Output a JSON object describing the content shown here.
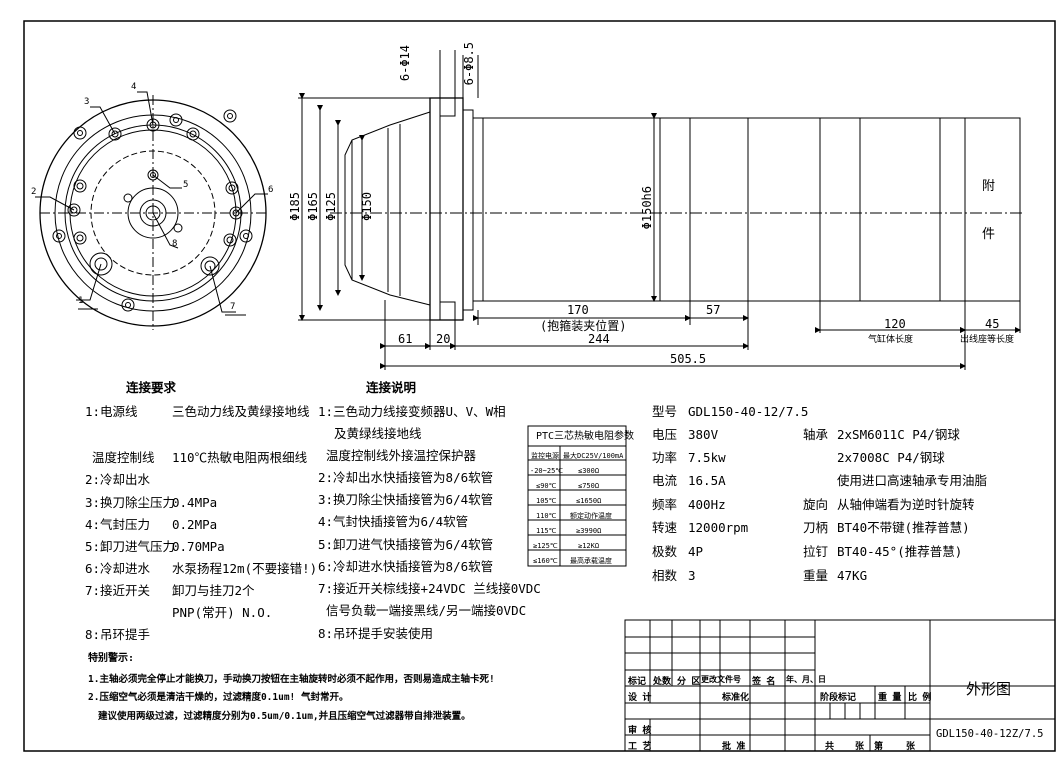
{
  "front_view": {
    "callouts": [
      "1",
      "2",
      "3",
      "4",
      "5",
      "6",
      "7",
      "8"
    ]
  },
  "side_view": {
    "dims_top": [
      "6-Φ14",
      "6-Φ8.5"
    ],
    "dims_dia": [
      "Φ185",
      "Φ165",
      "Φ125",
      "Φ150",
      "Φ150h6"
    ],
    "dims_bottom": {
      "d61": "61",
      "d20": "20",
      "d244": "244",
      "d505": "505.5",
      "d170": "170",
      "d170_note": "(抱箍装夹位置)",
      "d57": "57",
      "d120": "120",
      "d120_note": "气缸体长度",
      "d45": "45",
      "d45_note": "出线座等长度"
    },
    "attachment": [
      "附",
      "件"
    ]
  },
  "connection_req": {
    "title": "连接要求",
    "rows": [
      {
        "label": "1:电源线",
        "value": "三色动力线及黄绿接地线"
      },
      {
        "label": "温度控制线",
        "value": "110℃热敏电阻两根细线"
      },
      {
        "label": "2:冷却出水",
        "value": ""
      },
      {
        "label": "3:换刀除尘压力",
        "value": "0.4MPa"
      },
      {
        "label": "4:气封压力",
        "value": "0.2MPa"
      },
      {
        "label": "5:卸刀进气压力",
        "value": "0.70MPa"
      },
      {
        "label": "6:冷却进水",
        "value": "水泵扬程12m(不要接错!)"
      },
      {
        "label": "7:接近开关",
        "value": "卸刀与挂刀2个"
      },
      {
        "label": "",
        "value": "PNP(常开) N.O."
      },
      {
        "label": "8:吊环提手",
        "value": ""
      }
    ]
  },
  "connection_desc": {
    "title": "连接说明",
    "lines": [
      "1:三色动力线接变频器U、V、W相",
      "及黄绿线接地线",
      "温度控制线外接温控保护器",
      "2:冷却出水快插接管为8/6软管",
      "3:换刀除尘快插接管为6/4软管",
      "4:气封快插接管为6/4软管",
      "5:卸刀进气快插接管为6/4软管",
      "6:冷却进水快插接管为8/6软管",
      "7:接近开关棕线接+24VDC 兰线接0VDC",
      "信号负载一端接黑线/另一端接0VDC",
      "8:吊环提手安装使用"
    ]
  },
  "warnings": {
    "title": "特别警示:",
    "lines": [
      "1.主轴必须完全停止才能换刀，手动换刀按钮在主轴旋转时必须不起作用，否则易造成主轴卡死!",
      "2.压缩空气必须是清洁干燥的，过滤精度0.1um! 气封常开。",
      "建议使用两级过滤，过滤精度分别为0.5um/0.1um,并且压缩空气过滤器带自排泄装置。"
    ]
  },
  "ptc_table": {
    "title": "PTC三芯热敏电阻参数",
    "header": [
      "监控电源",
      "最大DC25V/100mA"
    ],
    "rows": [
      [
        "-20~25℃",
        "≤300Ω"
      ],
      [
        "≤90℃",
        "≤750Ω"
      ],
      [
        "105℃",
        "≤1650Ω"
      ],
      [
        "110℃",
        "额定动作温度"
      ],
      [
        "115℃",
        "≥3990Ω"
      ],
      [
        "≥125℃",
        "≥12KΩ"
      ],
      [
        "≤160℃",
        "最高承载温度"
      ]
    ]
  },
  "specs_left": [
    {
      "k": "型号",
      "v": "GDL150-40-12/7.5"
    },
    {
      "k": "电压",
      "v": "380V"
    },
    {
      "k": "功率",
      "v": "7.5kw"
    },
    {
      "k": "电流",
      "v": "16.5A"
    },
    {
      "k": "频率",
      "v": "400Hz"
    },
    {
      "k": "转速",
      "v": "12000rpm"
    },
    {
      "k": "极数",
      "v": "4P"
    },
    {
      "k": "相数",
      "v": "3"
    }
  ],
  "specs_right": [
    {
      "k": "轴承",
      "v": "2xSM6011C P4/钢球"
    },
    {
      "k": "",
      "v": "2x7008C P4/钢球"
    },
    {
      "k": "",
      "v": "使用进口高速轴承专用油脂"
    },
    {
      "k": "旋向",
      "v": "从轴伸端看为逆时针旋转"
    },
    {
      "k": "刀柄",
      "v": "BT40不带键(推荐普慧)"
    },
    {
      "k": "拉钉",
      "v": "BT40-45°(推荐普慧)"
    },
    {
      "k": "重量",
      "v": "47KG"
    }
  ],
  "title_block": {
    "drawing_title": "外形图",
    "drawing_no": "GDL150-40-12Z/7.5",
    "rev_header": [
      "标记",
      "处数",
      "分 区",
      "更改文件号",
      "签 名",
      "年、月、日"
    ],
    "design": "设 计",
    "standard": "标准化",
    "stage": "阶段标记",
    "weight": "重 量",
    "scale": "比 例",
    "review": "审 核",
    "process": "工 艺",
    "approve": "批 准",
    "total": "共",
    "sheets": "张",
    "sheet_no": "第",
    "sheets2": "张"
  }
}
